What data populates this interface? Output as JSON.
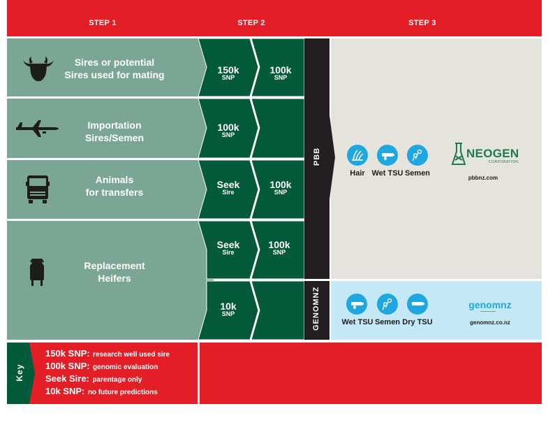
{
  "header": {
    "step1": "STEP 1",
    "step2": "STEP 2",
    "step3": "STEP 3"
  },
  "rows": [
    {
      "label_line1": "Sires or potential",
      "label_line2": "Sires used for mating",
      "icon": "cow-icon",
      "snp_a": {
        "big": "150k",
        "small": "SNP"
      },
      "snp_b": {
        "big": "100k",
        "small": "SNP"
      }
    },
    {
      "label_line1": "Importation",
      "label_line2": "Sires/Semen",
      "icon": "airplane-icon",
      "snp_a": {
        "big": "100k",
        "small": "SNP"
      }
    },
    {
      "label_line1": "Animals",
      "label_line2": "for transfers",
      "icon": "truck-icon",
      "snp_a": {
        "big": "Seek",
        "small": "Sire"
      },
      "snp_b": {
        "big": "100k",
        "small": "SNP"
      }
    },
    {
      "label_line1": "Replacement",
      "label_line2": "Heifers",
      "icon": "heifer-icon",
      "snp_a": {
        "big": "Seek",
        "small": "Sire"
      },
      "snp_b": {
        "big": "100k",
        "small": "SNP"
      },
      "snp_c": {
        "big": "10k",
        "small": "SNP"
      }
    }
  ],
  "providers": {
    "pbb": {
      "label": "PBB",
      "samples": [
        "Hair",
        "Wet TSU",
        "Semen"
      ],
      "logo": "NEOGEN",
      "logo_sub": "CORPORATION",
      "url": "pbbnz.com"
    },
    "genomnz": {
      "label": "GENOMNZ",
      "samples": [
        "Wet TSU",
        "Semen",
        "Dry TSU"
      ],
      "logo": "genomnz",
      "url": "genomnz.co.nz"
    }
  },
  "key": {
    "title": "Key",
    "items": [
      {
        "term": "150k SNP:",
        "desc": "research well used sire"
      },
      {
        "term": "100k SNP:",
        "desc": "genomic evaluation"
      },
      {
        "term": "Seek Sire:",
        "desc": "parentage only"
      },
      {
        "term": "10k SNP:",
        "desc": "no future predictions"
      }
    ]
  },
  "colors": {
    "red": "#e31e26",
    "sage": "#7ba696",
    "darkgreen": "#035a3b",
    "black": "#231f20",
    "beige": "#e5e3dd",
    "lightblue": "#c5e8f7",
    "blue": "#1ea8df",
    "neogen": "#1c7a4b"
  }
}
